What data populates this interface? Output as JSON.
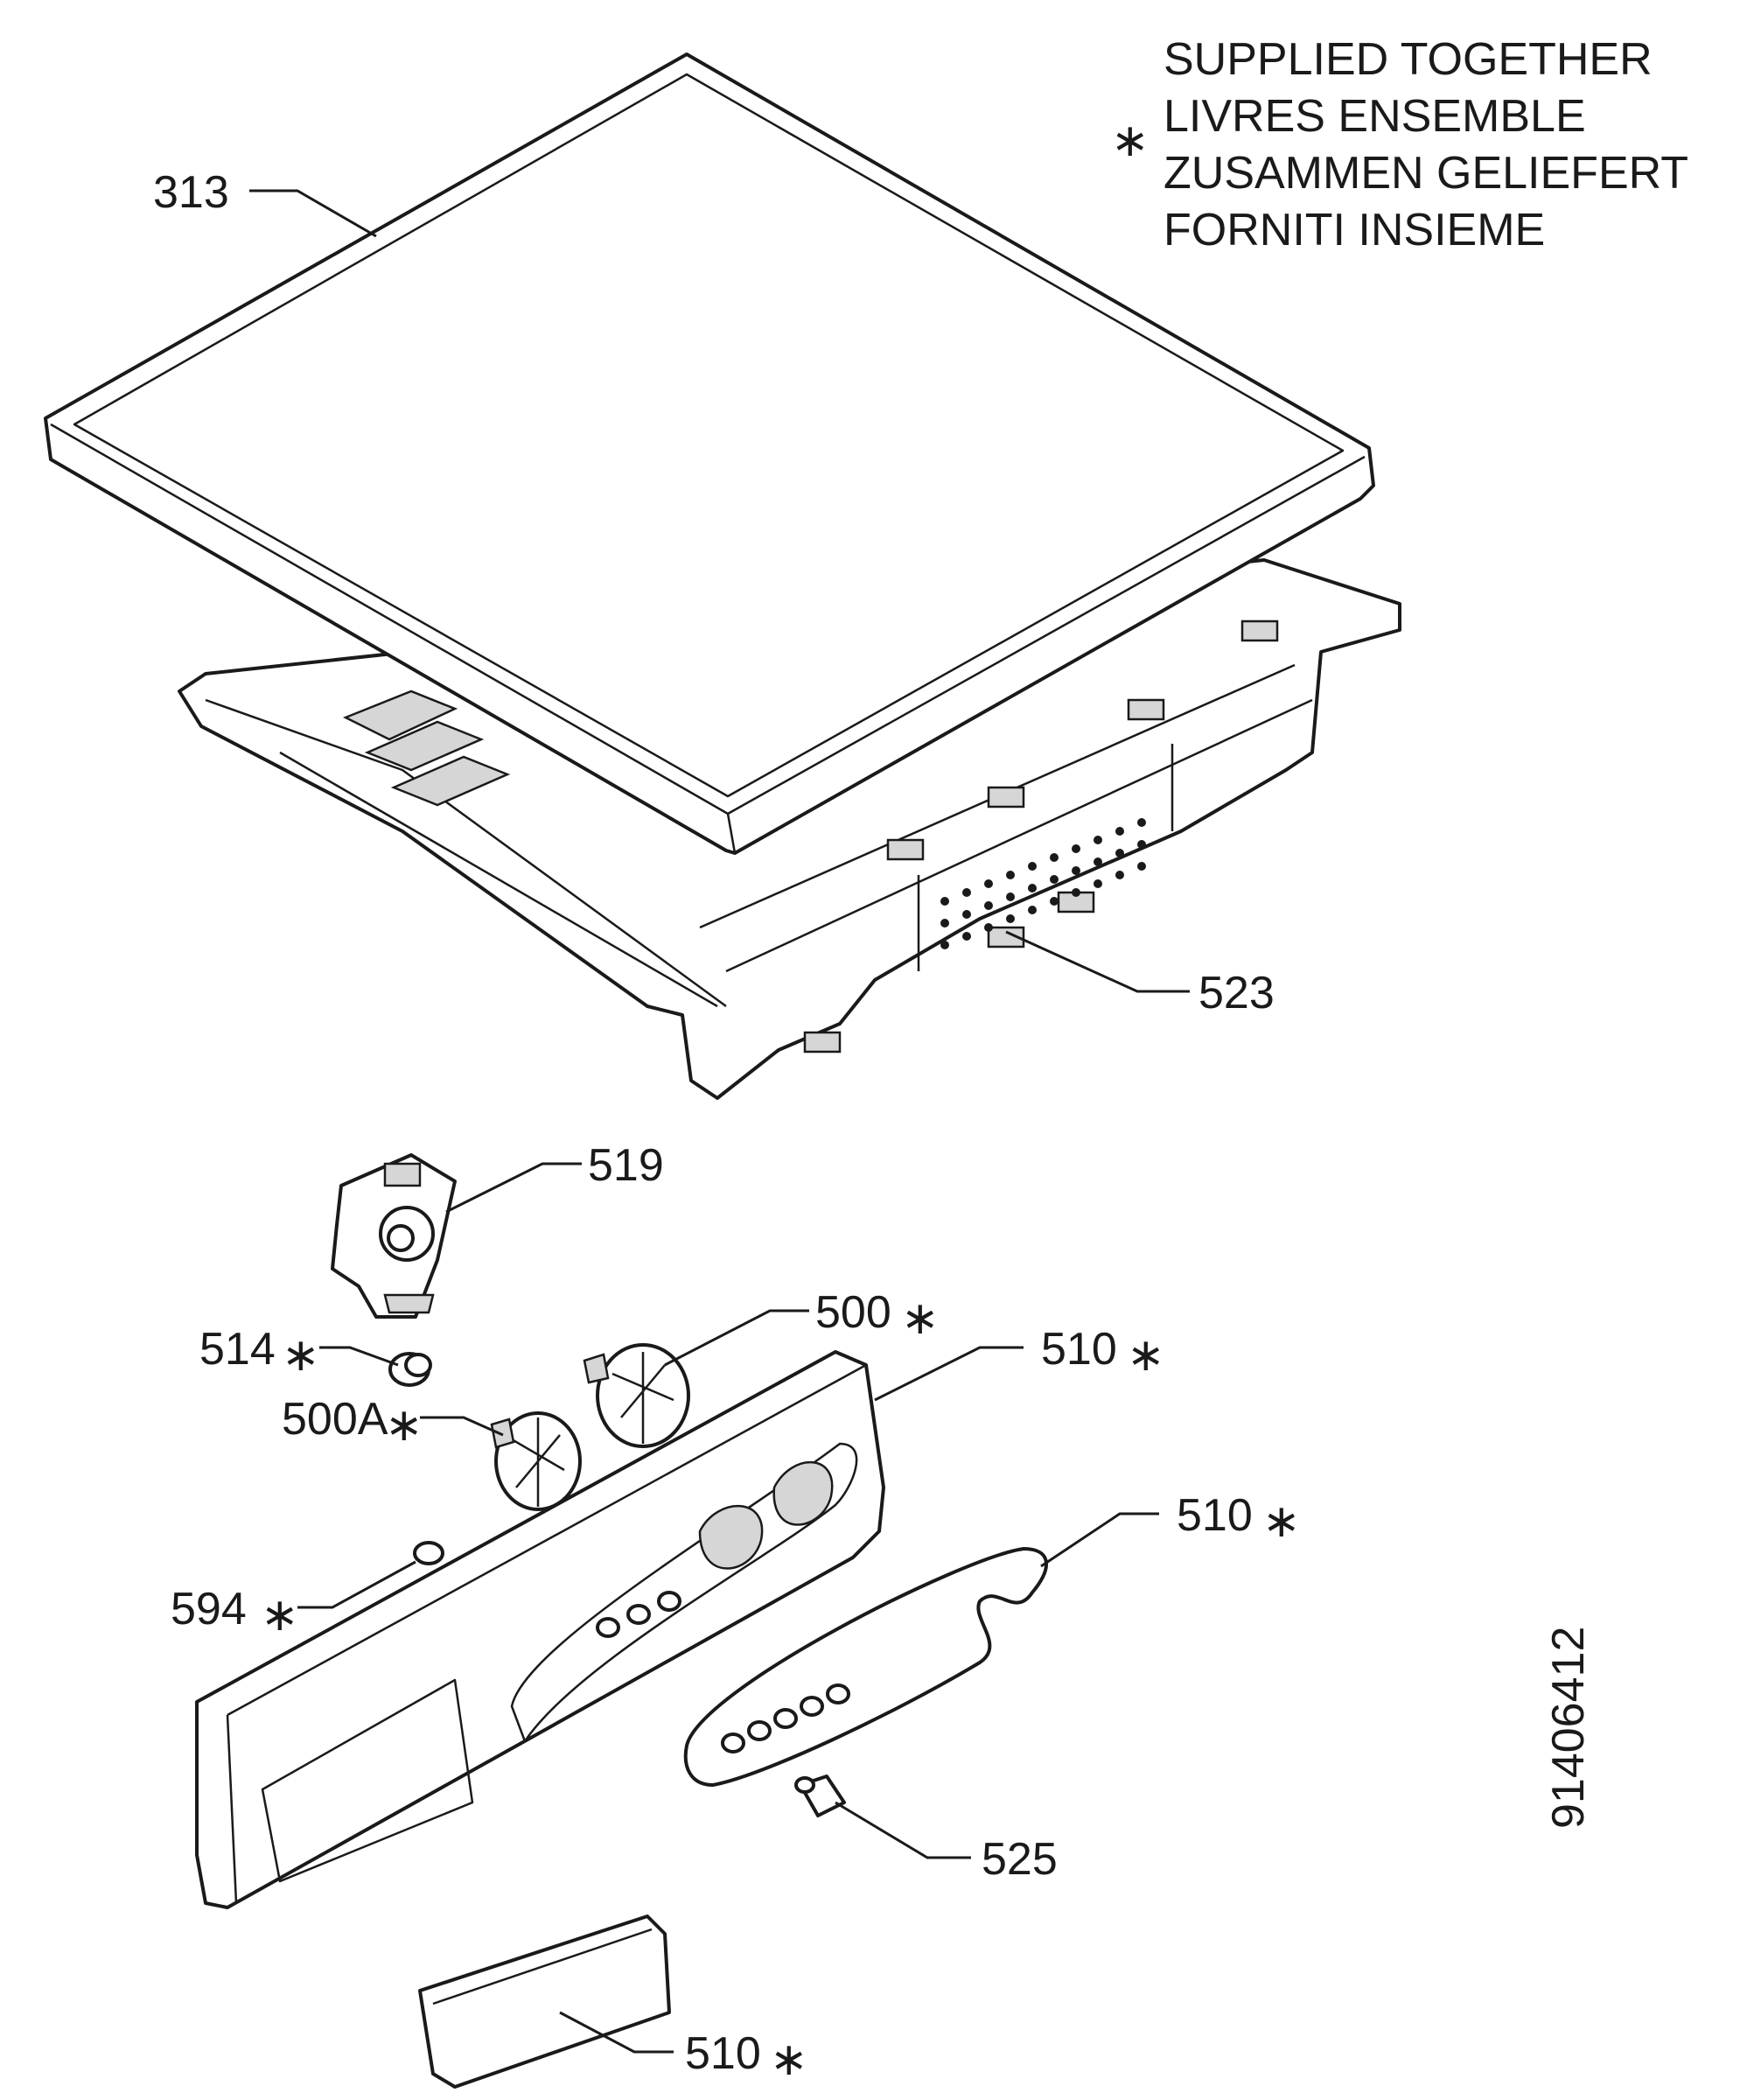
{
  "legend": {
    "symbol": "∗",
    "lines": [
      "SUPPLIED TOGETHER",
      "LIVRES ENSEMBLE",
      "ZUSAMMEN GELIEFERT",
      "FORNITI INSIEME"
    ]
  },
  "callouts": {
    "c313": "313",
    "c523": "523",
    "c519": "519",
    "c500": "500",
    "c514": "514",
    "c510a": "510",
    "c500a": "500A",
    "c510b": "510",
    "c594": "594",
    "c525": "525",
    "c510c": "510"
  },
  "star": "∗",
  "drawing_number": "91406412"
}
